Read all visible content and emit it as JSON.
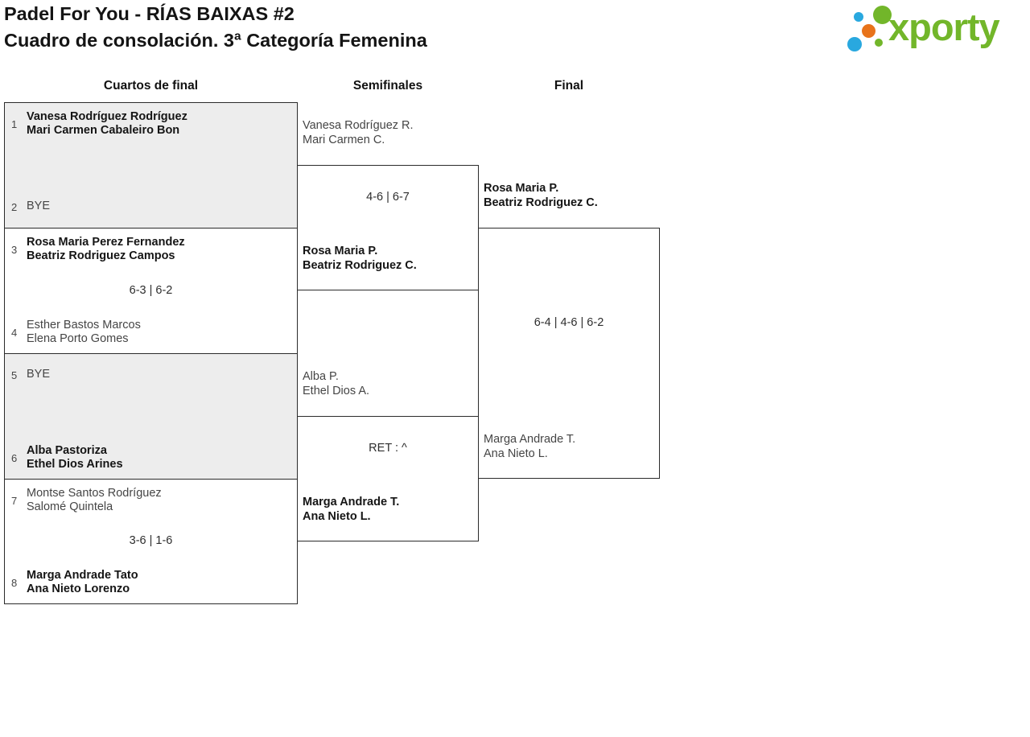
{
  "header": {
    "title_line1": "Padel For You - RÍAS BAIXAS #2",
    "title_line2": "Cuadro de consolación. 3ª Categoría Femenina",
    "logo_text": "xporty"
  },
  "colors": {
    "brand_green": "#72b62a",
    "brand_blue": "#29a8df",
    "brand_orange": "#e8731a",
    "bye_box_gray": "#ededed",
    "border_dark": "#2b2b2b"
  },
  "rounds": [
    {
      "name": "Cuartos de final",
      "matches": [
        {
          "seed_top": "1",
          "team_top": [
            "Vanesa Rodríguez Rodríguez",
            "Mari Carmen Cabaleiro Bon"
          ],
          "top_winner": true,
          "seed_bottom": "2",
          "team_bottom": [
            "BYE"
          ],
          "bottom_winner": false,
          "score": ""
        },
        {
          "seed_top": "3",
          "team_top": [
            "Rosa Maria Perez Fernandez",
            "Beatriz Rodriguez Campos"
          ],
          "top_winner": true,
          "seed_bottom": "4",
          "team_bottom": [
            "Esther Bastos Marcos",
            "Elena Porto Gomes"
          ],
          "bottom_winner": false,
          "score": "6-3 | 6-2"
        },
        {
          "seed_top": "5",
          "team_top": [
            "BYE"
          ],
          "top_winner": false,
          "seed_bottom": "6",
          "team_bottom": [
            "Alba Pastoriza",
            "Ethel Dios Arines"
          ],
          "bottom_winner": true,
          "score": ""
        },
        {
          "seed_top": "7",
          "team_top": [
            "Montse Santos Rodríguez",
            "Salomé Quintela"
          ],
          "top_winner": false,
          "seed_bottom": "8",
          "team_bottom": [
            "Marga Andrade Tato",
            "Ana Nieto Lorenzo"
          ],
          "bottom_winner": true,
          "score": "3-6 | 1-6"
        }
      ]
    },
    {
      "name": "Semifinales",
      "matches": [
        {
          "team_top": [
            "Vanesa Rodríguez R.",
            "Mari Carmen C."
          ],
          "top_winner": false,
          "team_bottom": [
            "Rosa Maria P.",
            "Beatriz Rodriguez C."
          ],
          "bottom_winner": true,
          "score": "4-6 | 6-7"
        },
        {
          "team_top": [
            "Alba P.",
            "Ethel Dios A."
          ],
          "top_winner": false,
          "team_bottom": [
            "Marga Andrade T.",
            "Ana Nieto L."
          ],
          "bottom_winner": true,
          "score": "RET : ^"
        }
      ]
    },
    {
      "name": "Final",
      "matches": [
        {
          "team_top": [
            "Rosa Maria P.",
            "Beatriz Rodriguez C."
          ],
          "top_winner": true,
          "team_bottom": [
            "Marga Andrade T.",
            "Ana Nieto L."
          ],
          "bottom_winner": false,
          "score": "6-4 | 4-6 | 6-2"
        }
      ]
    }
  ]
}
